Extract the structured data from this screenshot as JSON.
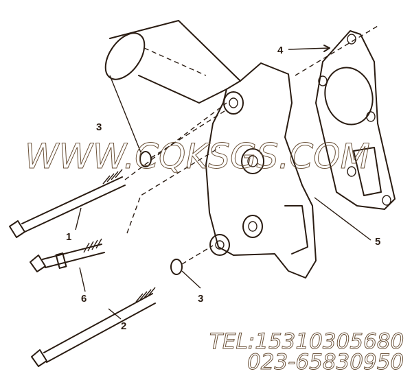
{
  "callouts": [
    {
      "id": "4",
      "label": "4"
    },
    {
      "id": "3a",
      "label": "3"
    },
    {
      "id": "1",
      "label": "1"
    },
    {
      "id": "6",
      "label": "6"
    },
    {
      "id": "5",
      "label": "5"
    },
    {
      "id": "3b",
      "label": "3"
    },
    {
      "id": "2",
      "label": "2"
    }
  ],
  "watermark": {
    "site": "WWW.CQKSGS.COM",
    "tel": "TEL:15310305680",
    "phone": "023-65830950"
  },
  "colors": {
    "line": "#2a1c12",
    "watermark": "#6b5239"
  }
}
